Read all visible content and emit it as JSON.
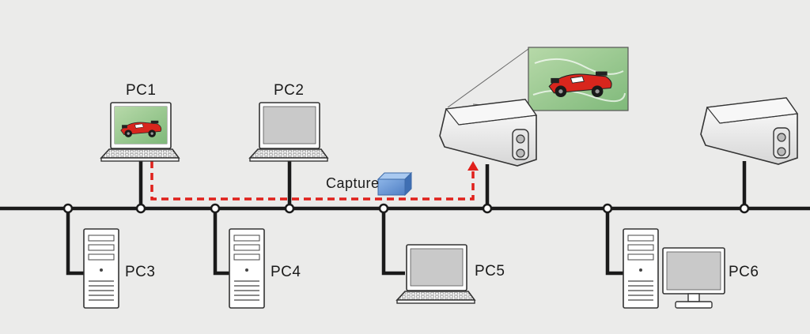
{
  "diagram": {
    "colors": {
      "background": "#ebebea",
      "bus": "#1a1a1a",
      "capture_path": "#e0201b",
      "capture_box": "#5b8dd1",
      "device_outline": "#333333",
      "screen_fill": "#c8c8c8"
    },
    "nodes": {
      "pc1": {
        "label": "PC1",
        "type": "laptop",
        "showing_image": true
      },
      "pc2": {
        "label": "PC2",
        "type": "laptop"
      },
      "pc3": {
        "label": "PC3",
        "type": "tower"
      },
      "pc4": {
        "label": "PC4",
        "type": "tower"
      },
      "pc5": {
        "label": "PC5",
        "type": "laptop"
      },
      "pc6": {
        "label": "PC6",
        "type": "tower-with-monitor"
      },
      "projector1": {
        "type": "projector",
        "projecting": true
      },
      "projector2": {
        "type": "projector"
      },
      "capture": {
        "label": "Capture",
        "icon": "capture-box-icon"
      }
    },
    "flow": {
      "from": "pc1",
      "to": "projector1",
      "style": "dashed",
      "direction": "to-projector"
    }
  }
}
